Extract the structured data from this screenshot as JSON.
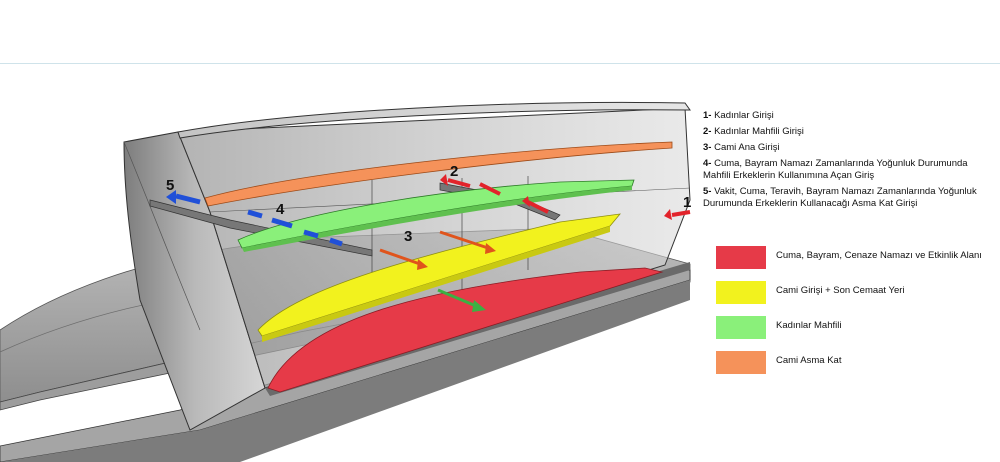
{
  "markers": [
    "1",
    "2",
    "3",
    "4",
    "5"
  ],
  "key_items": [
    {
      "num": "1-",
      "text": "Kadınlar Girişi"
    },
    {
      "num": "2-",
      "text": "Kadınlar Mahfili Girişi"
    },
    {
      "num": "3-",
      "text": "Cami Ana Girişi"
    },
    {
      "num": "4-",
      "text": "Cuma, Bayram Namazı Zamanlarında Yoğunluk Durumunda Mahfili Erkeklerin Kullanımına Açan Giriş"
    },
    {
      "num": "5-",
      "text": "Vakit, Cuma, Teravih, Bayram Namazı Zamanlarında Yoğunluk Durumunda Erkeklerin Kullanacağı Asma Kat Girişi"
    }
  ],
  "legend": [
    {
      "label": "Cuma, Bayram, Cenaze Namazı ve Etkinlik Alanı",
      "color": "#e63a48"
    },
    {
      "label": "Cami Girişi + Son Cemaat Yeri",
      "color": "#f2f21e"
    },
    {
      "label": "Kadınlar Mahfili",
      "color": "#8af07a"
    },
    {
      "label": "Cami Asma Kat",
      "color": "#f5925a"
    }
  ],
  "arrow_colors": {
    "women": "#e2232b",
    "main": "#e0541c",
    "exit": "#3cb043",
    "men": "#2050d8"
  }
}
